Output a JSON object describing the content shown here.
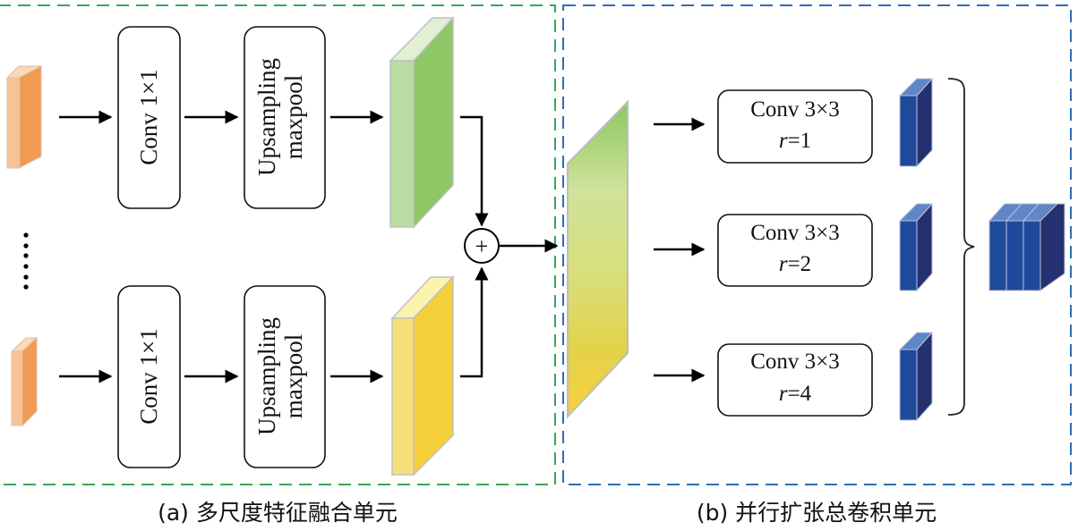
{
  "panel_a": {
    "caption": "(a) 多尺度特征融合单元",
    "border_color": "#3aa655",
    "branches": [
      {
        "conv_label": "Conv 1×1",
        "upsample_label_line1": "Upsampling",
        "upsample_label_line2": "maxpool",
        "input_color": "#f29a52",
        "output_color": "#8ec765"
      },
      {
        "conv_label": "Conv 1×1",
        "upsample_label_line1": "Upsampling",
        "upsample_label_line2": "maxpool",
        "input_color": "#f29a52",
        "output_color": "#f5cf3a"
      }
    ],
    "ellipsis": "······",
    "sum_symbol": "+"
  },
  "panel_b": {
    "caption": "(b) 并行扩张总卷积单元",
    "border_color": "#2f6db5",
    "branches": [
      {
        "conv_label": "Conv 3×3",
        "rate_var": "r",
        "rate_value": "=1"
      },
      {
        "conv_label": "Conv 3×3",
        "rate_var": "r",
        "rate_value": "=2"
      },
      {
        "conv_label": "Conv 3×3",
        "rate_var": "r",
        "rate_value": "=4"
      }
    ],
    "block_color": "#1f4a9c"
  }
}
